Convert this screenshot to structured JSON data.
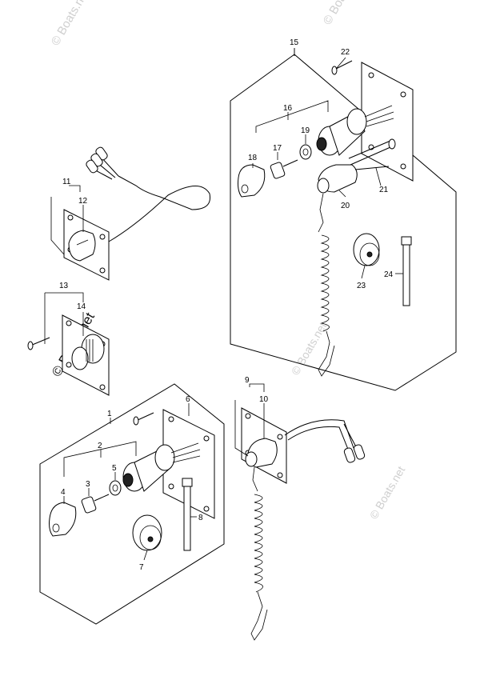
{
  "watermarks": {
    "top": "© Boats.net",
    "left": "© Boats.net",
    "mid": "© Boats.net",
    "lower": "© Boats.net"
  },
  "callouts": [
    {
      "id": "c1",
      "text": "1"
    },
    {
      "id": "c2",
      "text": "2"
    },
    {
      "id": "c3",
      "text": "3"
    },
    {
      "id": "c4",
      "text": "4"
    },
    {
      "id": "c5",
      "text": "5"
    },
    {
      "id": "c6",
      "text": "6"
    },
    {
      "id": "c7",
      "text": "7"
    },
    {
      "id": "c8",
      "text": "8"
    },
    {
      "id": "c9",
      "text": "9"
    },
    {
      "id": "c10",
      "text": "10"
    },
    {
      "id": "c11",
      "text": "11"
    },
    {
      "id": "c12",
      "text": "12"
    },
    {
      "id": "c13",
      "text": "13"
    },
    {
      "id": "c14",
      "text": "14"
    },
    {
      "id": "c15",
      "text": "15"
    },
    {
      "id": "c16",
      "text": "16"
    },
    {
      "id": "c17",
      "text": "17"
    },
    {
      "id": "c18",
      "text": "18"
    },
    {
      "id": "c19",
      "text": "19"
    },
    {
      "id": "c20",
      "text": "20"
    },
    {
      "id": "c21",
      "text": "21"
    },
    {
      "id": "c22",
      "text": "22"
    },
    {
      "id": "c23",
      "text": "23"
    },
    {
      "id": "c24",
      "text": "24"
    }
  ]
}
